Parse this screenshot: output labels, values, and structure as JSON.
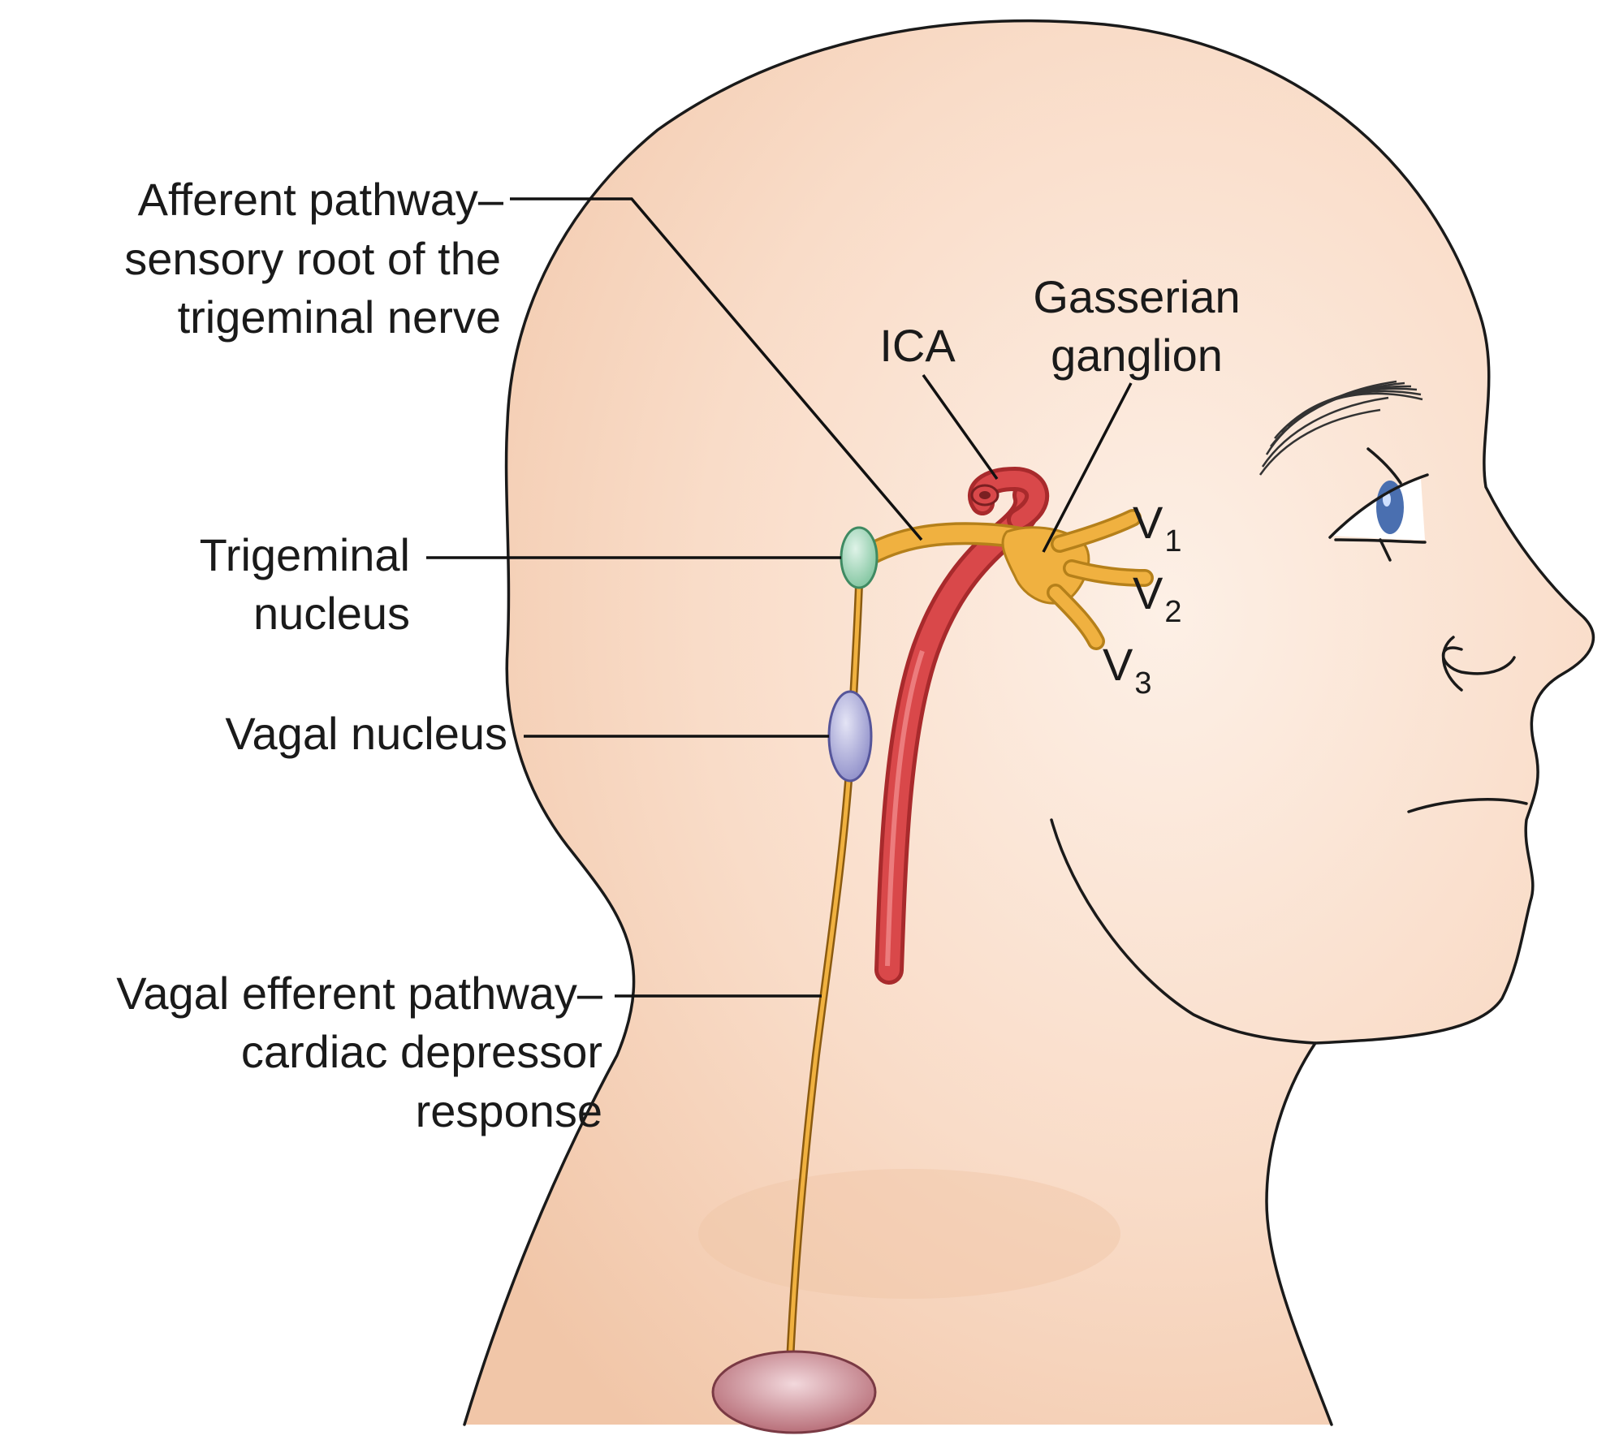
{
  "colors": {
    "skin": "#f9dcc8",
    "skin_shade": "#f1c9ae",
    "nerve": "#f0b140",
    "nerve_outline": "#b5801a",
    "artery": "#d9484a",
    "artery_dark": "#a82a2c",
    "trigeminal_nucleus": "#9fd8b8",
    "vagal_nucleus": "#a9a9d8",
    "heart": "#c9868f",
    "iris": "#4a6fb0"
  },
  "labels": {
    "afferent_line1": "Afferent pathway–",
    "afferent_line2": "sensory root of the",
    "afferent_line3": "trigeminal nerve",
    "ica": "ICA",
    "gasserian_line1": "Gasserian",
    "gasserian_line2": "ganglion",
    "trigeminal_line1": "Trigeminal",
    "trigeminal_line2": "nucleus",
    "vagal_nucleus": "Vagal nucleus",
    "vagal_efferent_line1": "Vagal efferent pathway–",
    "vagal_efferent_line2": "cardiac depressor",
    "vagal_efferent_line3": "response",
    "v1_letter": "V",
    "v1_sub": "1",
    "v2_letter": "V",
    "v2_sub": "2",
    "v3_letter": "V",
    "v3_sub": "3"
  }
}
